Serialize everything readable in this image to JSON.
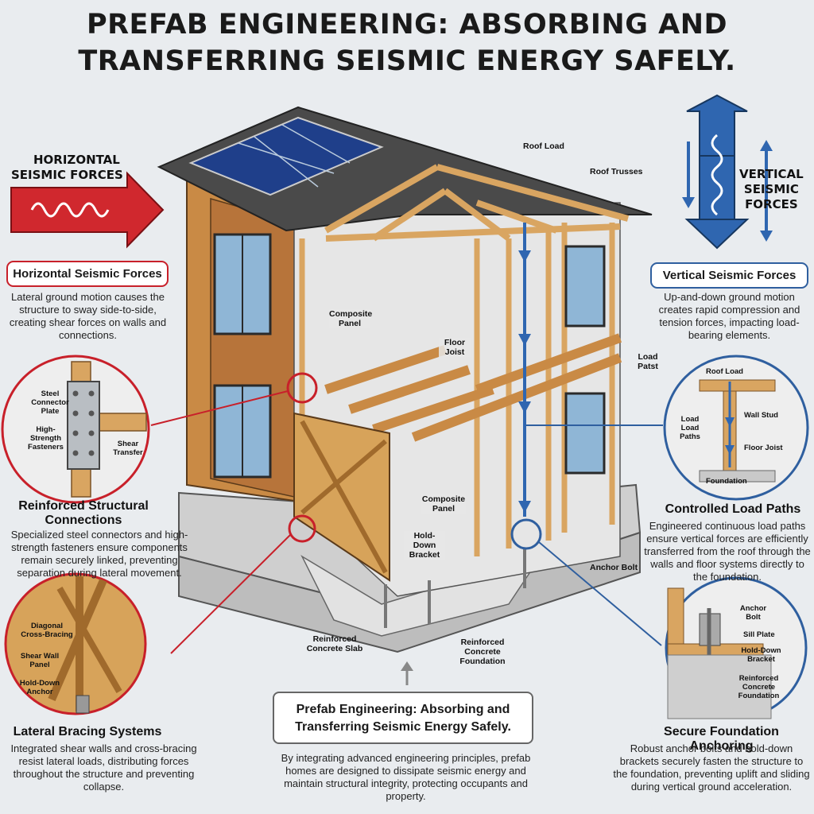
{
  "title": {
    "line1": "PREFAB ENGINEERING: ABSORBING AND",
    "line2": "TRANSFERRING SEISMIC ENERGY SAFELY."
  },
  "horizontal_force": {
    "line1": "HORIZONTAL",
    "line2": "SEISMIC FORCES"
  },
  "vertical_force": {
    "line1": "VERTICAL",
    "line2": "SEISMIC",
    "line3": "FORCES"
  },
  "horizontal_panel": {
    "title": "Horizontal Seismic Forces",
    "text": "Lateral ground motion causes the structure to sway side-to-side, creating shear forces on walls and connections."
  },
  "vertical_panel": {
    "title": "Vertical Seismic Forces",
    "text": "Up-and-down ground motion creates rapid compression and tension forces, impacting load-bearing elements."
  },
  "connections": {
    "heading_line1": "Reinforced Structural",
    "heading_line2": "Connections",
    "text": "Specialized steel connectors and high-strength fasteners ensure components remain securely linked, preventing separation during lateral movement.",
    "callouts": {
      "plate": "Steel Connector Plate",
      "fasteners": "High-Strength Fasteners",
      "shear": "Shear Transfer"
    }
  },
  "bracing": {
    "heading": "Lateral Bracing Systems",
    "text": "Integrated shear walls and cross-bracing resist lateral loads, distributing forces throughout the structure and preventing collapse.",
    "callouts": {
      "diagonal": "Diagonal Cross-Bracing",
      "shear_wall": "Shear Wall Panel",
      "hold_down": "Hold-Down Anchor"
    }
  },
  "load_paths": {
    "heading": "Controlled Load Paths",
    "text": "Engineered continuous load paths ensure vertical forces are efficiently transferred from the roof through the walls and floor systems directly to the foundation.",
    "callouts": {
      "roof_load": "Roof Load",
      "load_paths": "Load Load Paths",
      "wall_stud": "Wall Stud",
      "floor_joist": "Floor Joist",
      "foundation": "Foundation"
    }
  },
  "anchoring": {
    "heading": "Secure Foundation Anchoring",
    "text": "Robust anchor bolts and hold-down brackets securely fasten the structure to the foundation, preventing uplift and sliding during vertical ground acceleration.",
    "callouts": {
      "anchor_bolt": "Anchor Bolt",
      "sill_plate": "Sill Plate",
      "hold_down": "Hold-Down Bracket",
      "concrete": "Reinforced Concrete Foundation"
    }
  },
  "house_labels": {
    "roof_load": "Roof Load",
    "roof_trusses": "Roof Trusses",
    "composite_panel_upper": "Composite Panel",
    "floor_joist": "Floor Joist",
    "load_paths": "Load Patst",
    "composite_panel_lower": "Composite Panel",
    "hold_down": "Hold-Down Bracket",
    "anchor_bolt": "Anchor Bolt",
    "slab": "Reinforced Concrete Slab",
    "foundation": "Reinforced Concrete Foundation"
  },
  "summary": {
    "title_line1": "Prefab Engineering: Absorbing and",
    "title_line2": "Transferring Seismic Energy Safely.",
    "text": "By integrating advanced engineering principles, prefab homes are designed to dissipate seismic energy and maintain structural integrity, protecting occupants and property."
  },
  "colors": {
    "red": "#c8202a",
    "blue": "#2f5f9f",
    "wood": "#d9a561",
    "concrete": "#c9c9c9"
  }
}
